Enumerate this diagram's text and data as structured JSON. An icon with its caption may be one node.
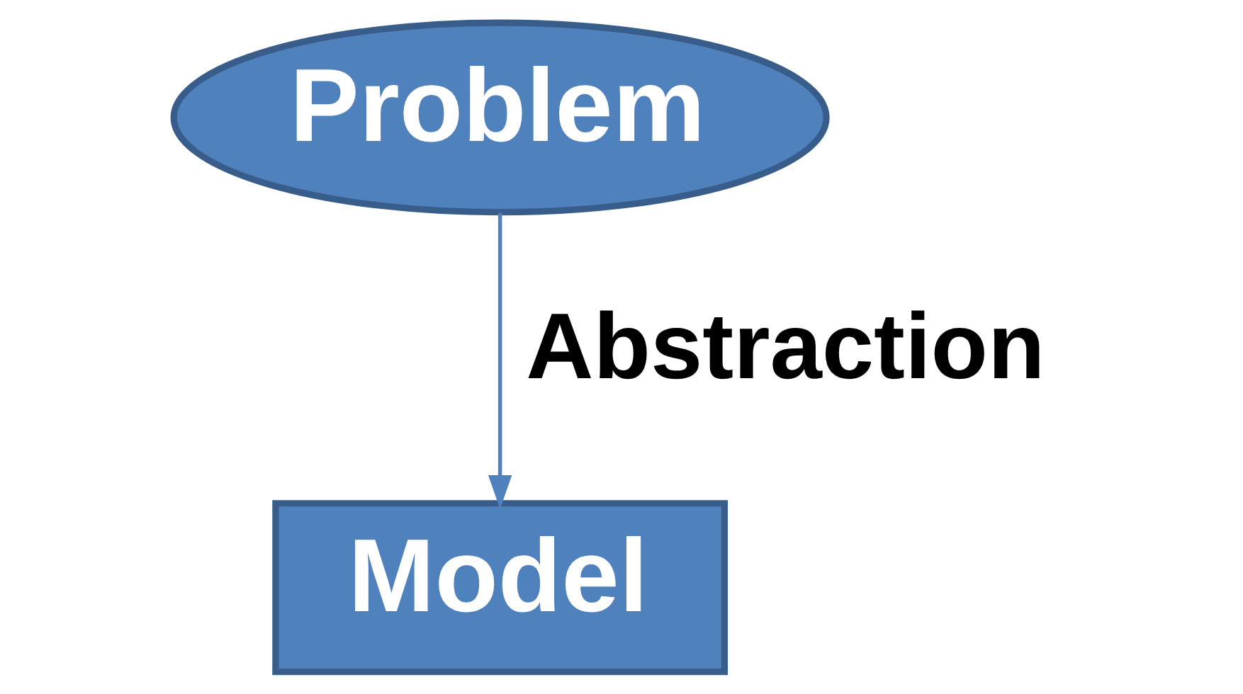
{
  "diagram": {
    "nodes": [
      {
        "text": [
          "Problem"
        ]
      },
      {
        "text": [
          "Model"
        ]
      }
    ],
    "edges": [
      {
        "from": 0,
        "to": 1,
        "arrow": "to",
        "label": "Abstraction"
      }
    ]
  }
}
